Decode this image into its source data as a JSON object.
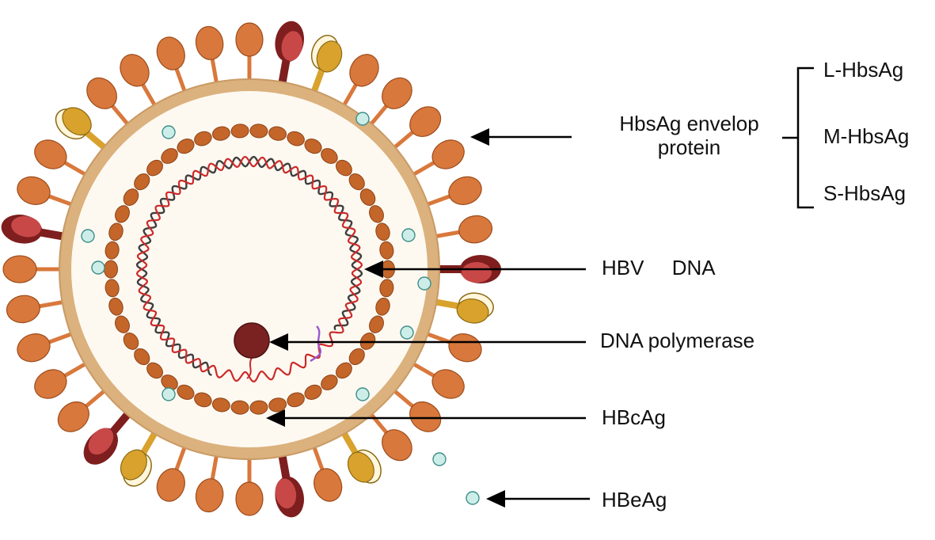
{
  "labels": {
    "envelope_line1": "HbsAg envelop",
    "envelope_line2": "protein",
    "l_hbsag": "L-HbsAg",
    "m_hbsag": "M-HbsAg",
    "s_hbsag": "S-HbsAg",
    "hbv": "HBV",
    "dna": "DNA",
    "dna_polymerase": "DNA polymerase",
    "hbcag": "HBcAg",
    "hbeag": "HBeAg"
  },
  "colors": {
    "background": "#ffffff",
    "envelope_ring": "#dbb17d",
    "envelope_edge": "#c99a64",
    "interior": "#fdf9f1",
    "capsid_bead": "#c4652a",
    "capsid_edge": "#8c4418",
    "spike_orange": "#d9783c",
    "spike_orange_edge": "#9c4c1c",
    "spike_red": "#c84848",
    "spike_red_dark": "#7e1e1e",
    "spike_gold": "#d9a22c",
    "spike_gold_edge": "#8c6a14",
    "dna_red": "#cc2a2a",
    "dna_dark": "#3f3f3f",
    "primer_purple": "#9b59d0",
    "polymerase": "#7a2222",
    "hbeag_fill": "#cdeee8",
    "hbeag_edge": "#3e8e8a",
    "arrow": "#000000"
  }
}
